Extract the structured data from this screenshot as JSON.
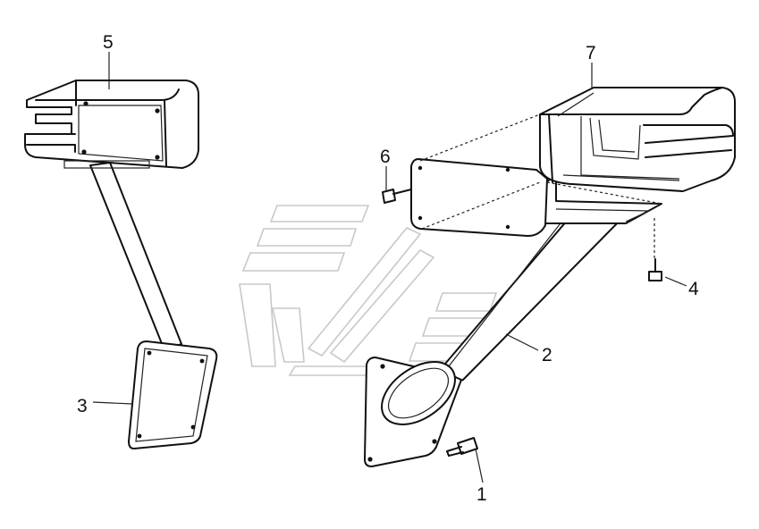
{
  "callouts": {
    "c1": "1",
    "c2": "2",
    "c3": "3",
    "c4": "4",
    "c5": "5",
    "c6": "6",
    "c7": "7"
  },
  "colors": {
    "line": "#111111",
    "background": "#ffffff",
    "watermark": "#c8c8c8"
  }
}
